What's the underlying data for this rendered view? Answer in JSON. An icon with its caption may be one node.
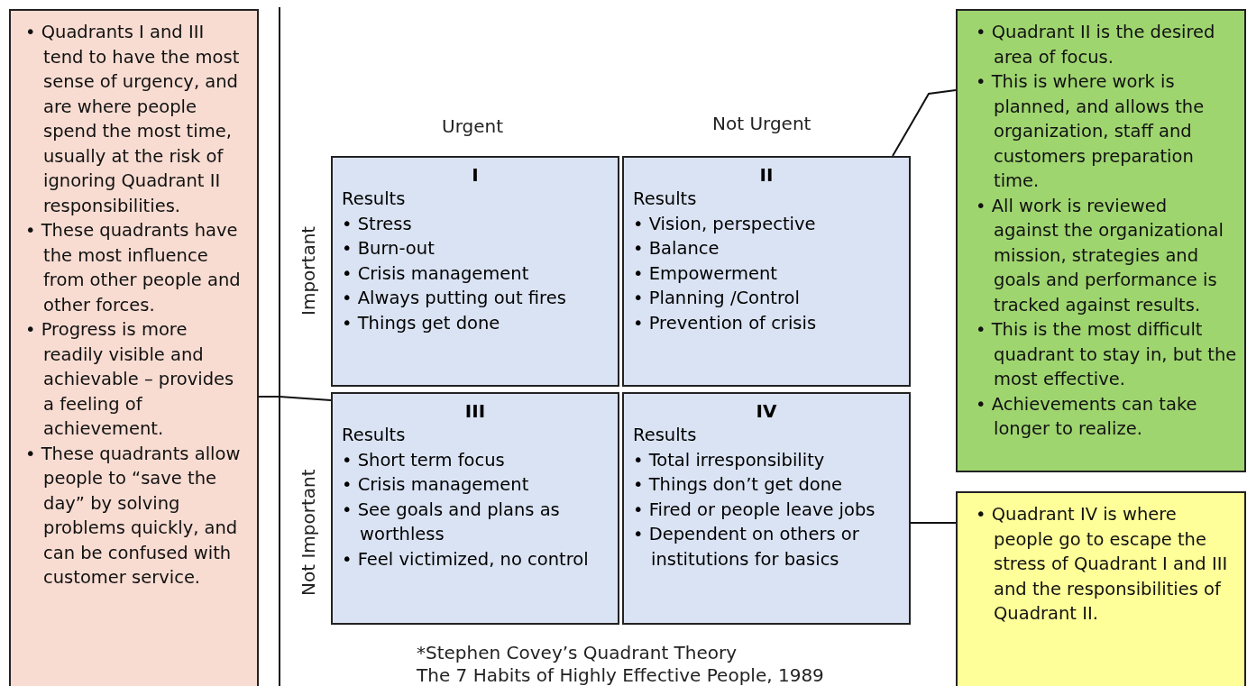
{
  "diagram": {
    "nodes": [
      {
        "text": [
          "• Quadrants I and III tend to have the most sense of urgency, and are where people spend the most time, usually at the risk of ignoring Quadrant II responsibilities.",
          "• These quadrants have the most influence from other people and other forces.",
          "• Progress is more readily visible and achievable – provides a feeling of achievement.",
          "• These quadrants allow people to “save the day” by solving problems quickly, and can be confused with customer service."
        ]
      },
      {
        "text": [
          "I",
          "Results",
          "• Stress",
          "• Burn-out",
          "• Crisis management",
          "• Always putting out fires",
          "• Things get done"
        ]
      },
      {
        "text": [
          "II",
          "Results",
          "• Vision, perspective",
          "• Balance",
          "• Empowerment",
          "• Planning /Control",
          "• Prevention of crisis"
        ]
      },
      {
        "text": [
          "III",
          "Results",
          "• Short term focus",
          "• Crisis management",
          "• See goals and plans as worthless",
          "• Feel victimized, no control"
        ]
      },
      {
        "text": [
          "IV",
          "Results",
          "• Total irresponsibility",
          "• Things don’t get done",
          "• Fired or people leave jobs",
          "• Dependent on others or institutions for basics"
        ]
      },
      {
        "text": [
          "• Quadrant II is the desired area of focus.",
          "• This is where work is planned, and allows the organization, staff and customers preparation time.",
          "• All work is reviewed against the organizational mission, strategies and goals and performance is tracked against results.",
          "• This is the most difficult quadrant to stay in, but the most effective.",
          "• Achievements can take longer to realize."
        ]
      },
      {
        "text": [
          "• Quadrant IV is where people go to escape the stress of Quadrant I and III and the responsibilities of Quadrant II."
        ]
      }
    ],
    "edges": [
      {
        "from": 0,
        "to": 3,
        "arrow": "none"
      },
      {
        "from": 5,
        "to": 2,
        "arrow": "none"
      },
      {
        "from": 6,
        "to": 4,
        "arrow": "none"
      }
    ],
    "labels": [
      "Urgent",
      "Not Urgent",
      "Important",
      "Not Important",
      "*Stephen Covey’s Quadrant Theory",
      "The 7 Habits of Highly Effective People, 1989"
    ]
  }
}
